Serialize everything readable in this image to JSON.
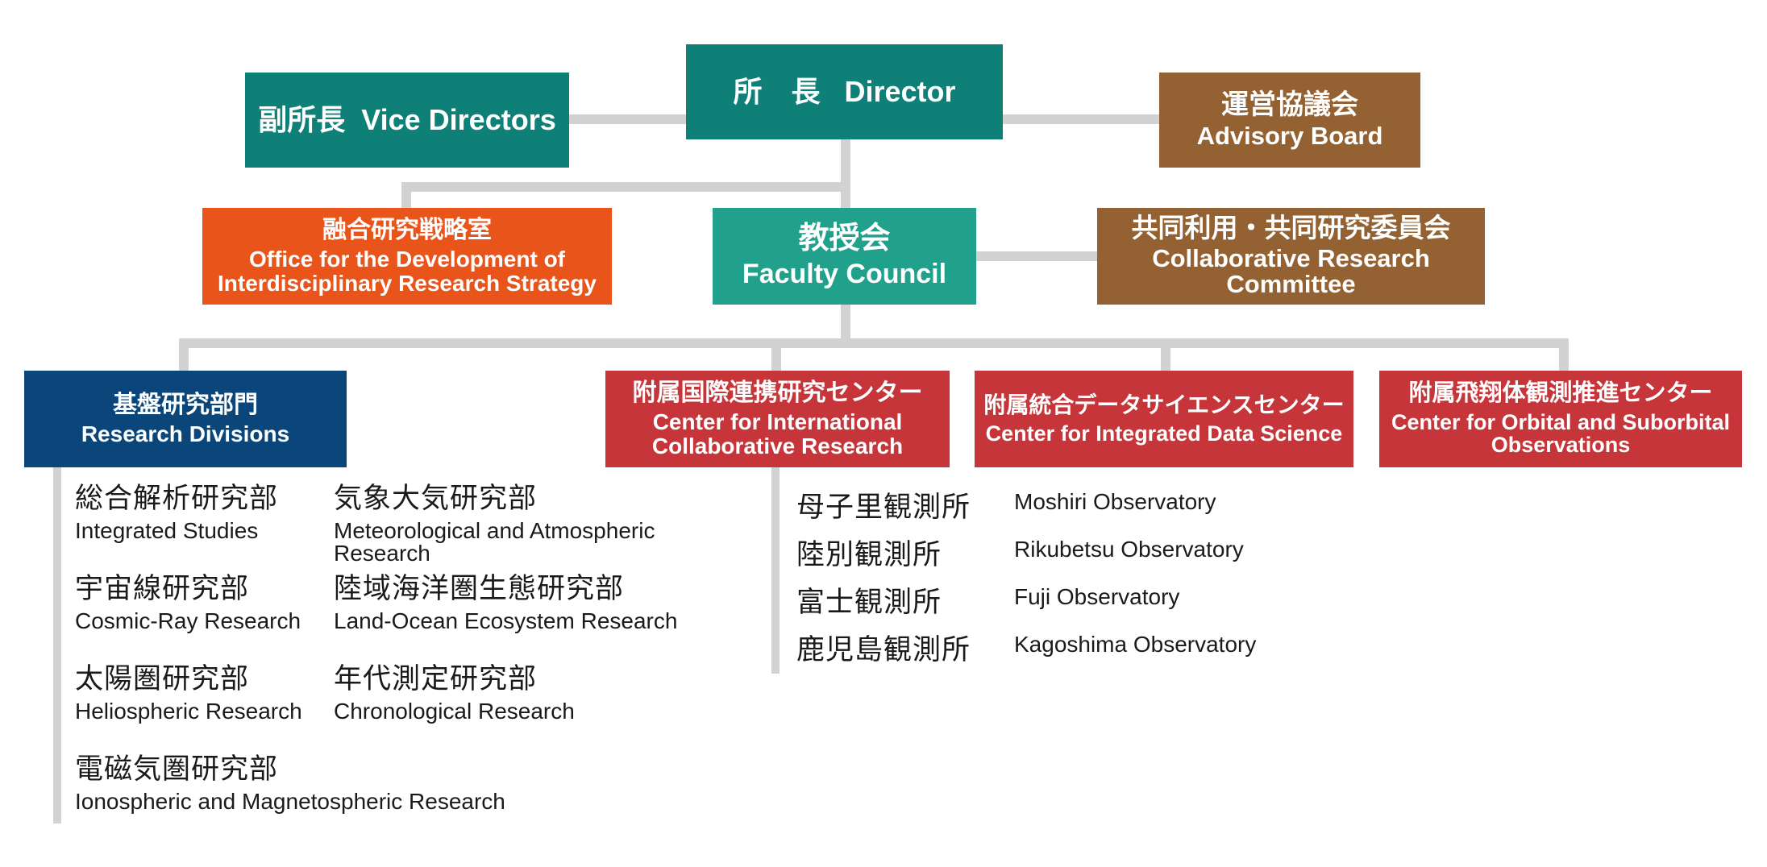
{
  "director": {
    "jp": "所　長",
    "en": "Director"
  },
  "vice_directors": {
    "jp": "副所長",
    "en": "Vice Directors"
  },
  "advisory_board": {
    "jp": "運営協議会",
    "en": "Advisory Board"
  },
  "office": {
    "jp": "融合研究戦略室",
    "en_line1": "Office for the Development of",
    "en_line2": "Interdisciplinary Research Strategy"
  },
  "faculty_council": {
    "jp": "教授会",
    "en": "Faculty Council"
  },
  "collab_committee": {
    "jp": "共同利用・共同研究委員会",
    "en_line1": "Collaborative Research",
    "en_line2": "Committee"
  },
  "research_divisions": {
    "jp": "基盤研究部門",
    "en": "Research Divisions",
    "items": [
      {
        "jp": "総合解析研究部",
        "en": "Integrated Studies"
      },
      {
        "jp": "気象大気研究部",
        "en_line1": "Meteorological and Atmospheric",
        "en_line2": "Research"
      },
      {
        "jp": "宇宙線研究部",
        "en": "Cosmic-Ray Research"
      },
      {
        "jp": "陸域海洋圏生態研究部",
        "en": "Land-Ocean Ecosystem Research"
      },
      {
        "jp": "太陽圏研究部",
        "en": "Heliospheric Research"
      },
      {
        "jp": "年代測定研究部",
        "en": "Chronological Research"
      },
      {
        "jp": "電磁気圏研究部",
        "en": "Ionospheric and Magnetospheric Research"
      }
    ]
  },
  "center_international": {
    "jp": "附属国際連携研究センター",
    "en_line1": "Center for International",
    "en_line2": "Collaborative Research"
  },
  "center_data_science": {
    "jp": "附属統合データサイエンスセンター",
    "en": "Center for Integrated Data Science"
  },
  "center_orbital": {
    "jp": "附属飛翔体観測推進センター",
    "en_line1": "Center for Orbital and Suborbital",
    "en_line2": "Observations"
  },
  "observatories": [
    {
      "jp": "母子里観測所",
      "en": "Moshiri Observatory"
    },
    {
      "jp": "陸別観測所",
      "en": "Rikubetsu Observatory"
    },
    {
      "jp": "富士観測所",
      "en": "Fuji Observatory"
    },
    {
      "jp": "鹿児島観測所",
      "en": "Kagoshima Observatory"
    }
  ],
  "colors": {
    "director": "#0f8077",
    "faculty": "#21a08c",
    "advisory": "#936132",
    "office": "#e9541b",
    "divisions": "#0b467b",
    "centers": "#c5353a",
    "connector": "#d2d2d2"
  }
}
